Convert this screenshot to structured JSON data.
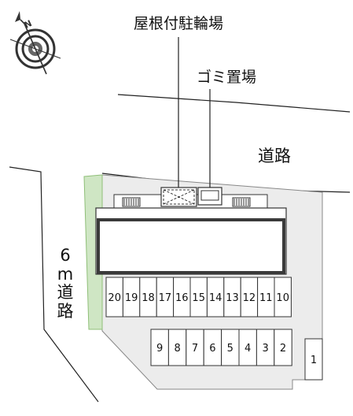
{
  "labels": {
    "bicycle_parking": "屋根付駐輪場",
    "garbage": "ゴミ置場",
    "road": "道路",
    "side_road": [
      "6",
      "m",
      "道",
      "路"
    ]
  },
  "compass": {
    "north_label": "N"
  },
  "parking": {
    "upper_row": [
      "20",
      "19",
      "18",
      "17",
      "16",
      "15",
      "14",
      "13",
      "12",
      "11",
      "10"
    ],
    "lower_row": [
      "9",
      "8",
      "7",
      "6",
      "5",
      "4",
      "3",
      "2"
    ],
    "single": [
      "1"
    ]
  },
  "colors": {
    "greenery": "#cfe6c4",
    "greenery_edge": "#8fbf78",
    "lot": "#ececec",
    "building": "#3a3a3a",
    "line": "#222222"
  }
}
